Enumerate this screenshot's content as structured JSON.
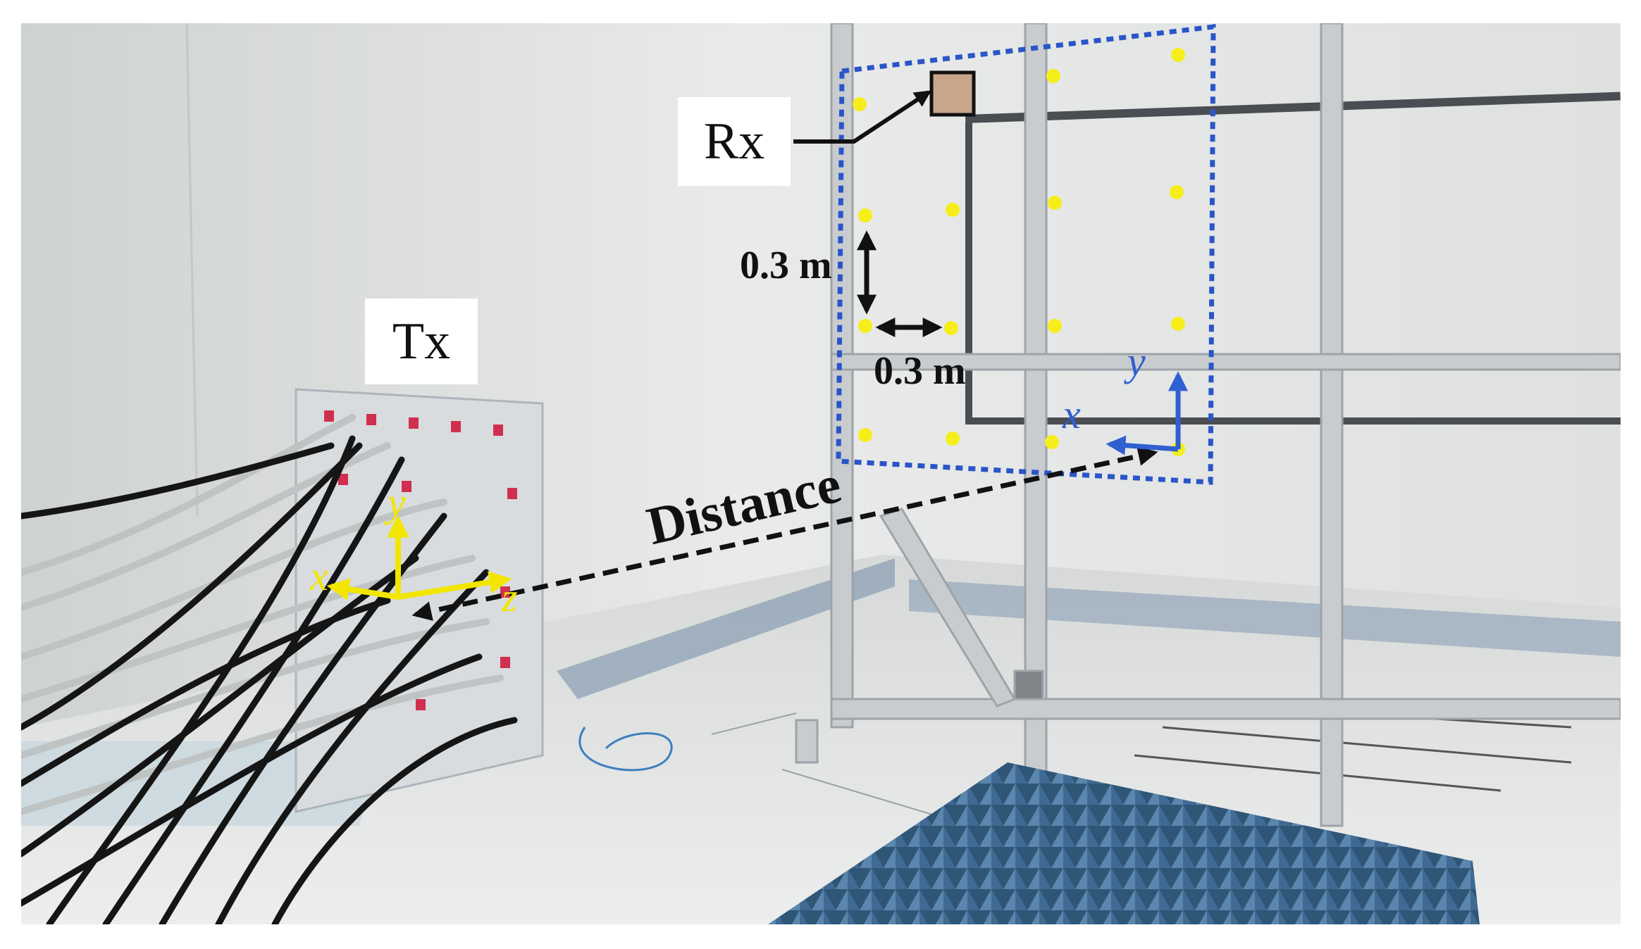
{
  "figure": {
    "tx_label": "Tx",
    "rx_label": "Rx",
    "distance_label": "Distance",
    "vertical_spacing_label": "0.3 m",
    "horizontal_spacing_label": "0.3 m",
    "tx_axes": {
      "x": "x",
      "y": "y",
      "z": "z"
    },
    "rx_axes": {
      "x": "x",
      "y": "y"
    }
  },
  "colors": {
    "grid_box": "#2a55c8",
    "grid_points": "#f5ee1a",
    "tx_axes": "#f2e600",
    "rx_axes": "#2f5fd0",
    "absorber": "#3f6a93"
  }
}
